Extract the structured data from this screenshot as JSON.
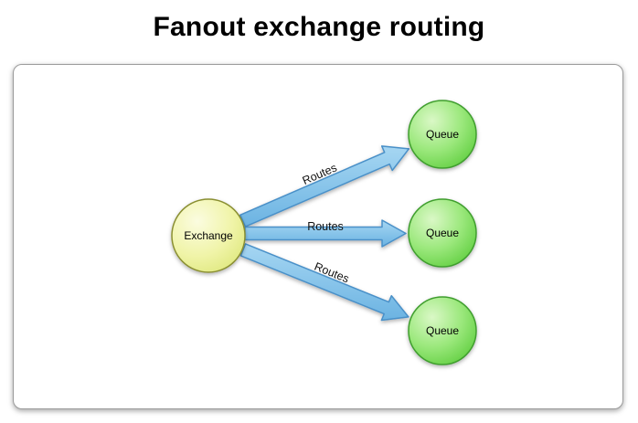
{
  "title": "Fanout exchange routing",
  "diagram": {
    "nodes": {
      "exchange": {
        "label": "Exchange"
      },
      "queue1": {
        "label": "Queue"
      },
      "queue2": {
        "label": "Queue"
      },
      "queue3": {
        "label": "Queue"
      }
    },
    "edges": {
      "route1": {
        "label": "Routes"
      },
      "route2": {
        "label": "Routes"
      },
      "route3": {
        "label": "Routes"
      }
    },
    "colors": {
      "exchange_fill": "#eef3a2",
      "exchange_border": "#8a8f33",
      "queue_fill": "#7ed75e",
      "queue_border": "#3f9e2f",
      "arrow_fill": "#7fc2ec",
      "arrow_border": "#4a90c8",
      "panel_border": "#9b9b9b",
      "text": "#000000"
    }
  }
}
